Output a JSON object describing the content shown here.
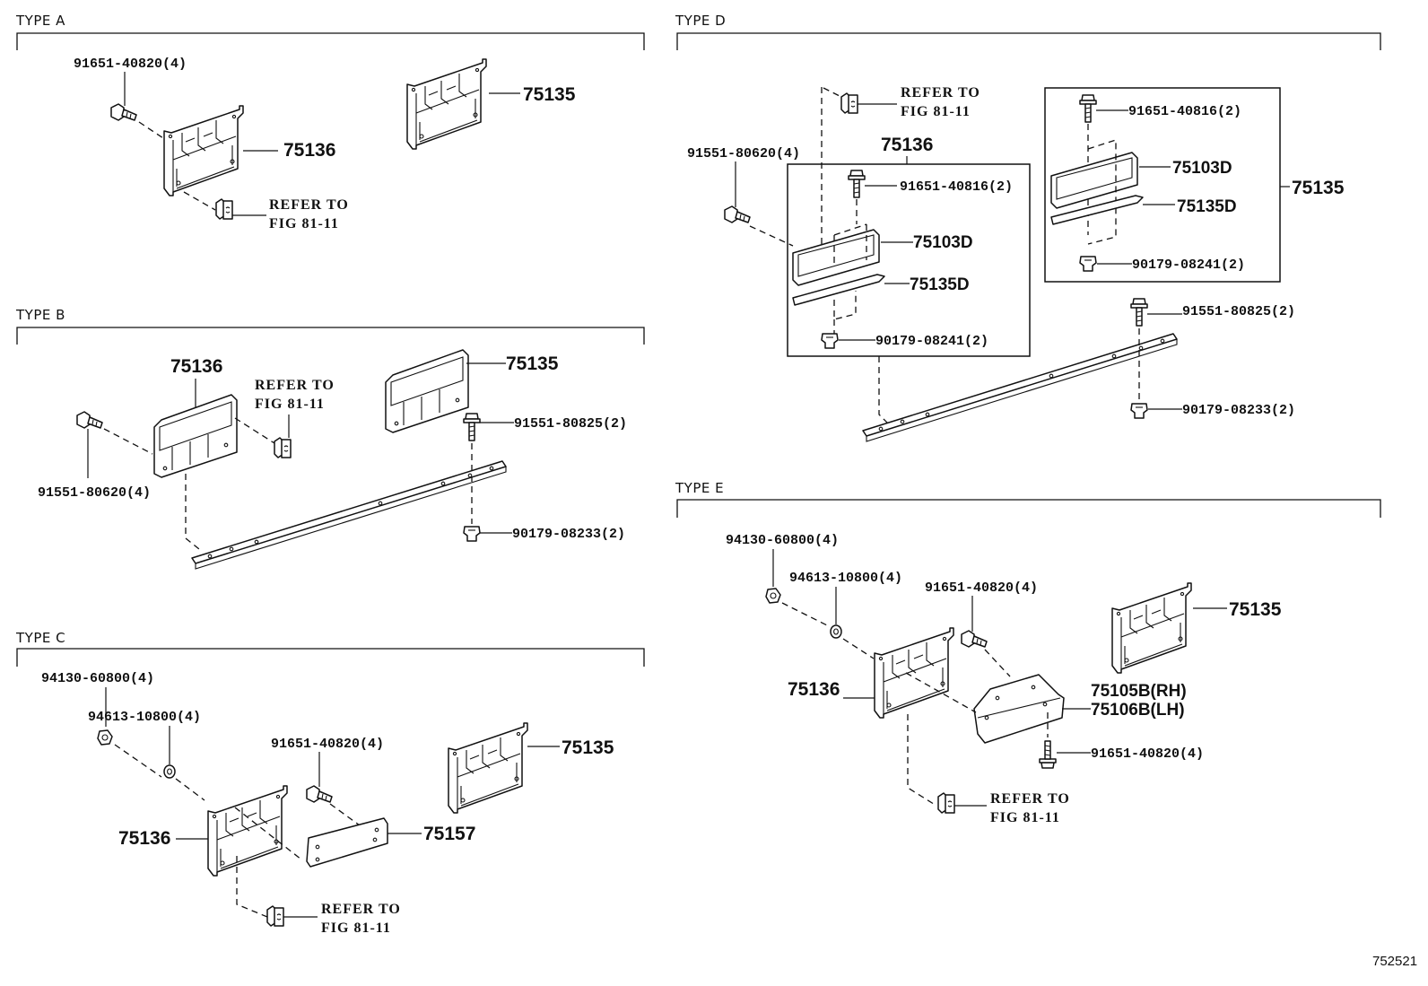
{
  "figure_id": "752521",
  "common": {
    "refer_line1": "REFER TO",
    "refer_line2": "FIG 81-11"
  },
  "sections": {
    "a": {
      "title": "TYPE A",
      "labels": {
        "screw": "91651-40820(4)",
        "bracket": "75136",
        "plate": "75135"
      }
    },
    "b": {
      "title": "TYPE B",
      "labels": {
        "bracket": "75136",
        "plate": "75135",
        "screw_left": "91551-80620(4)",
        "bolt": "91551-80825(2)",
        "nut": "90179-08233(2)"
      }
    },
    "c": {
      "title": "TYPE C",
      "labels": {
        "nut": "94130-60800(4)",
        "washer": "94613-10800(4)",
        "screw": "91651-40820(4)",
        "bracket": "75136",
        "plate": "75135",
        "reinforcement": "75157"
      }
    },
    "d": {
      "title": "TYPE D",
      "labels": {
        "screw_left": "91551-80620(4)",
        "assy_left": "75136",
        "assy_right": "75135",
        "bolt_in_left": "91651-40816(2)",
        "bolt_in_right": "91651-40816(2)",
        "frame_left": "75103D",
        "frame_right": "75103D",
        "strip_left": "75135D",
        "strip_right": "75135D",
        "nut_in_left": "90179-08241(2)",
        "nut_in_right": "90179-08241(2)",
        "bolt": "91551-80825(2)",
        "nut": "90179-08233(2)"
      }
    },
    "e": {
      "title": "TYPE E",
      "labels": {
        "nut": "94130-60800(4)",
        "washer": "94613-10800(4)",
        "screw_top": "91651-40820(4)",
        "screw_bottom": "91651-40820(4)",
        "bracket": "75136",
        "plate": "75135",
        "stay_rh": "75105B(RH)",
        "stay_lh": "75106B(LH)"
      }
    }
  }
}
